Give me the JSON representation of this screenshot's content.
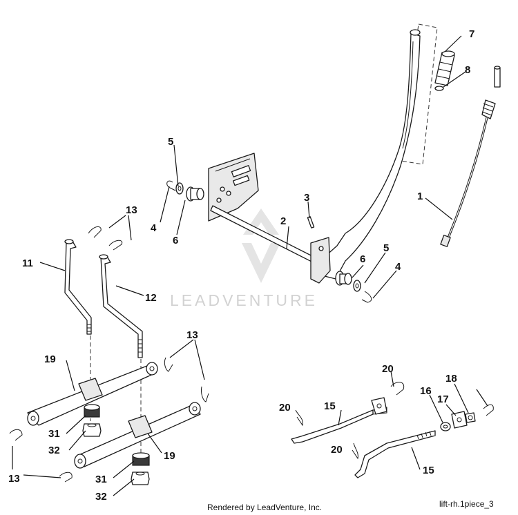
{
  "watermark": {
    "brand_text": "LEADVENTURE"
  },
  "callouts": {
    "c1": "1",
    "c2": "2",
    "c3": "3",
    "c4a": "4",
    "c4b": "4",
    "c5a": "5",
    "c5b": "5",
    "c6a": "6",
    "c6b": "6",
    "c7": "7",
    "c8": "8",
    "c11": "11",
    "c12": "12",
    "c13a": "13",
    "c13b": "13",
    "c13c": "13",
    "c15a": "15",
    "c15b": "15",
    "c16": "16",
    "c17": "17",
    "c18": "18",
    "c19a": "19",
    "c19b": "19",
    "c20a": "20",
    "c20b": "20",
    "c20c": "20",
    "c31a": "31",
    "c31b": "31",
    "c32a": "32",
    "c32b": "32"
  },
  "footer": {
    "credit": "Rendered by LeadVenture, Inc.",
    "diagram_id": "lift-rh.1piece_3"
  }
}
